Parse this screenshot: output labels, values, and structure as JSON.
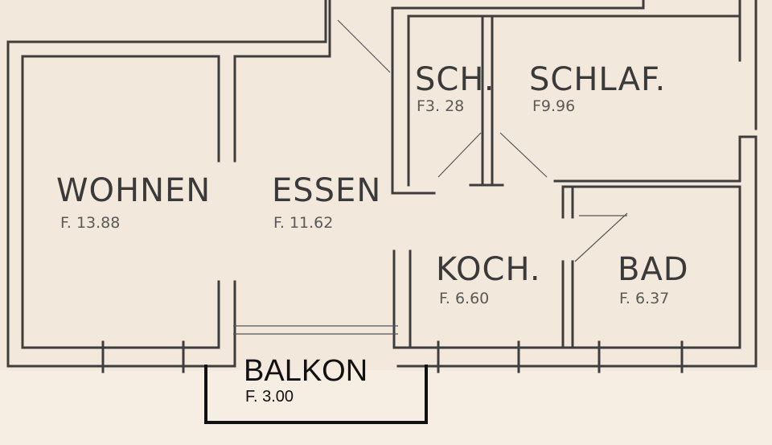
{
  "rooms": {
    "wohnen": {
      "name": "WOHNEN",
      "area": "F. 13.88"
    },
    "essen": {
      "name": "ESSEN",
      "area": "F. 11.62"
    },
    "sch": {
      "name": "SCH.",
      "area": "F3. 28"
    },
    "schlaf": {
      "name": "SCHLAF.",
      "area": "F9.96"
    },
    "koch": {
      "name": "KOCH.",
      "area": "F. 6.60"
    },
    "bad": {
      "name": "BAD",
      "area": "F. 6.37"
    },
    "balkon": {
      "name": "BALKON",
      "area": "F. 3.00"
    }
  },
  "colors": {
    "paper": "#f2e8dc",
    "wall": "#3e3e3e"
  }
}
